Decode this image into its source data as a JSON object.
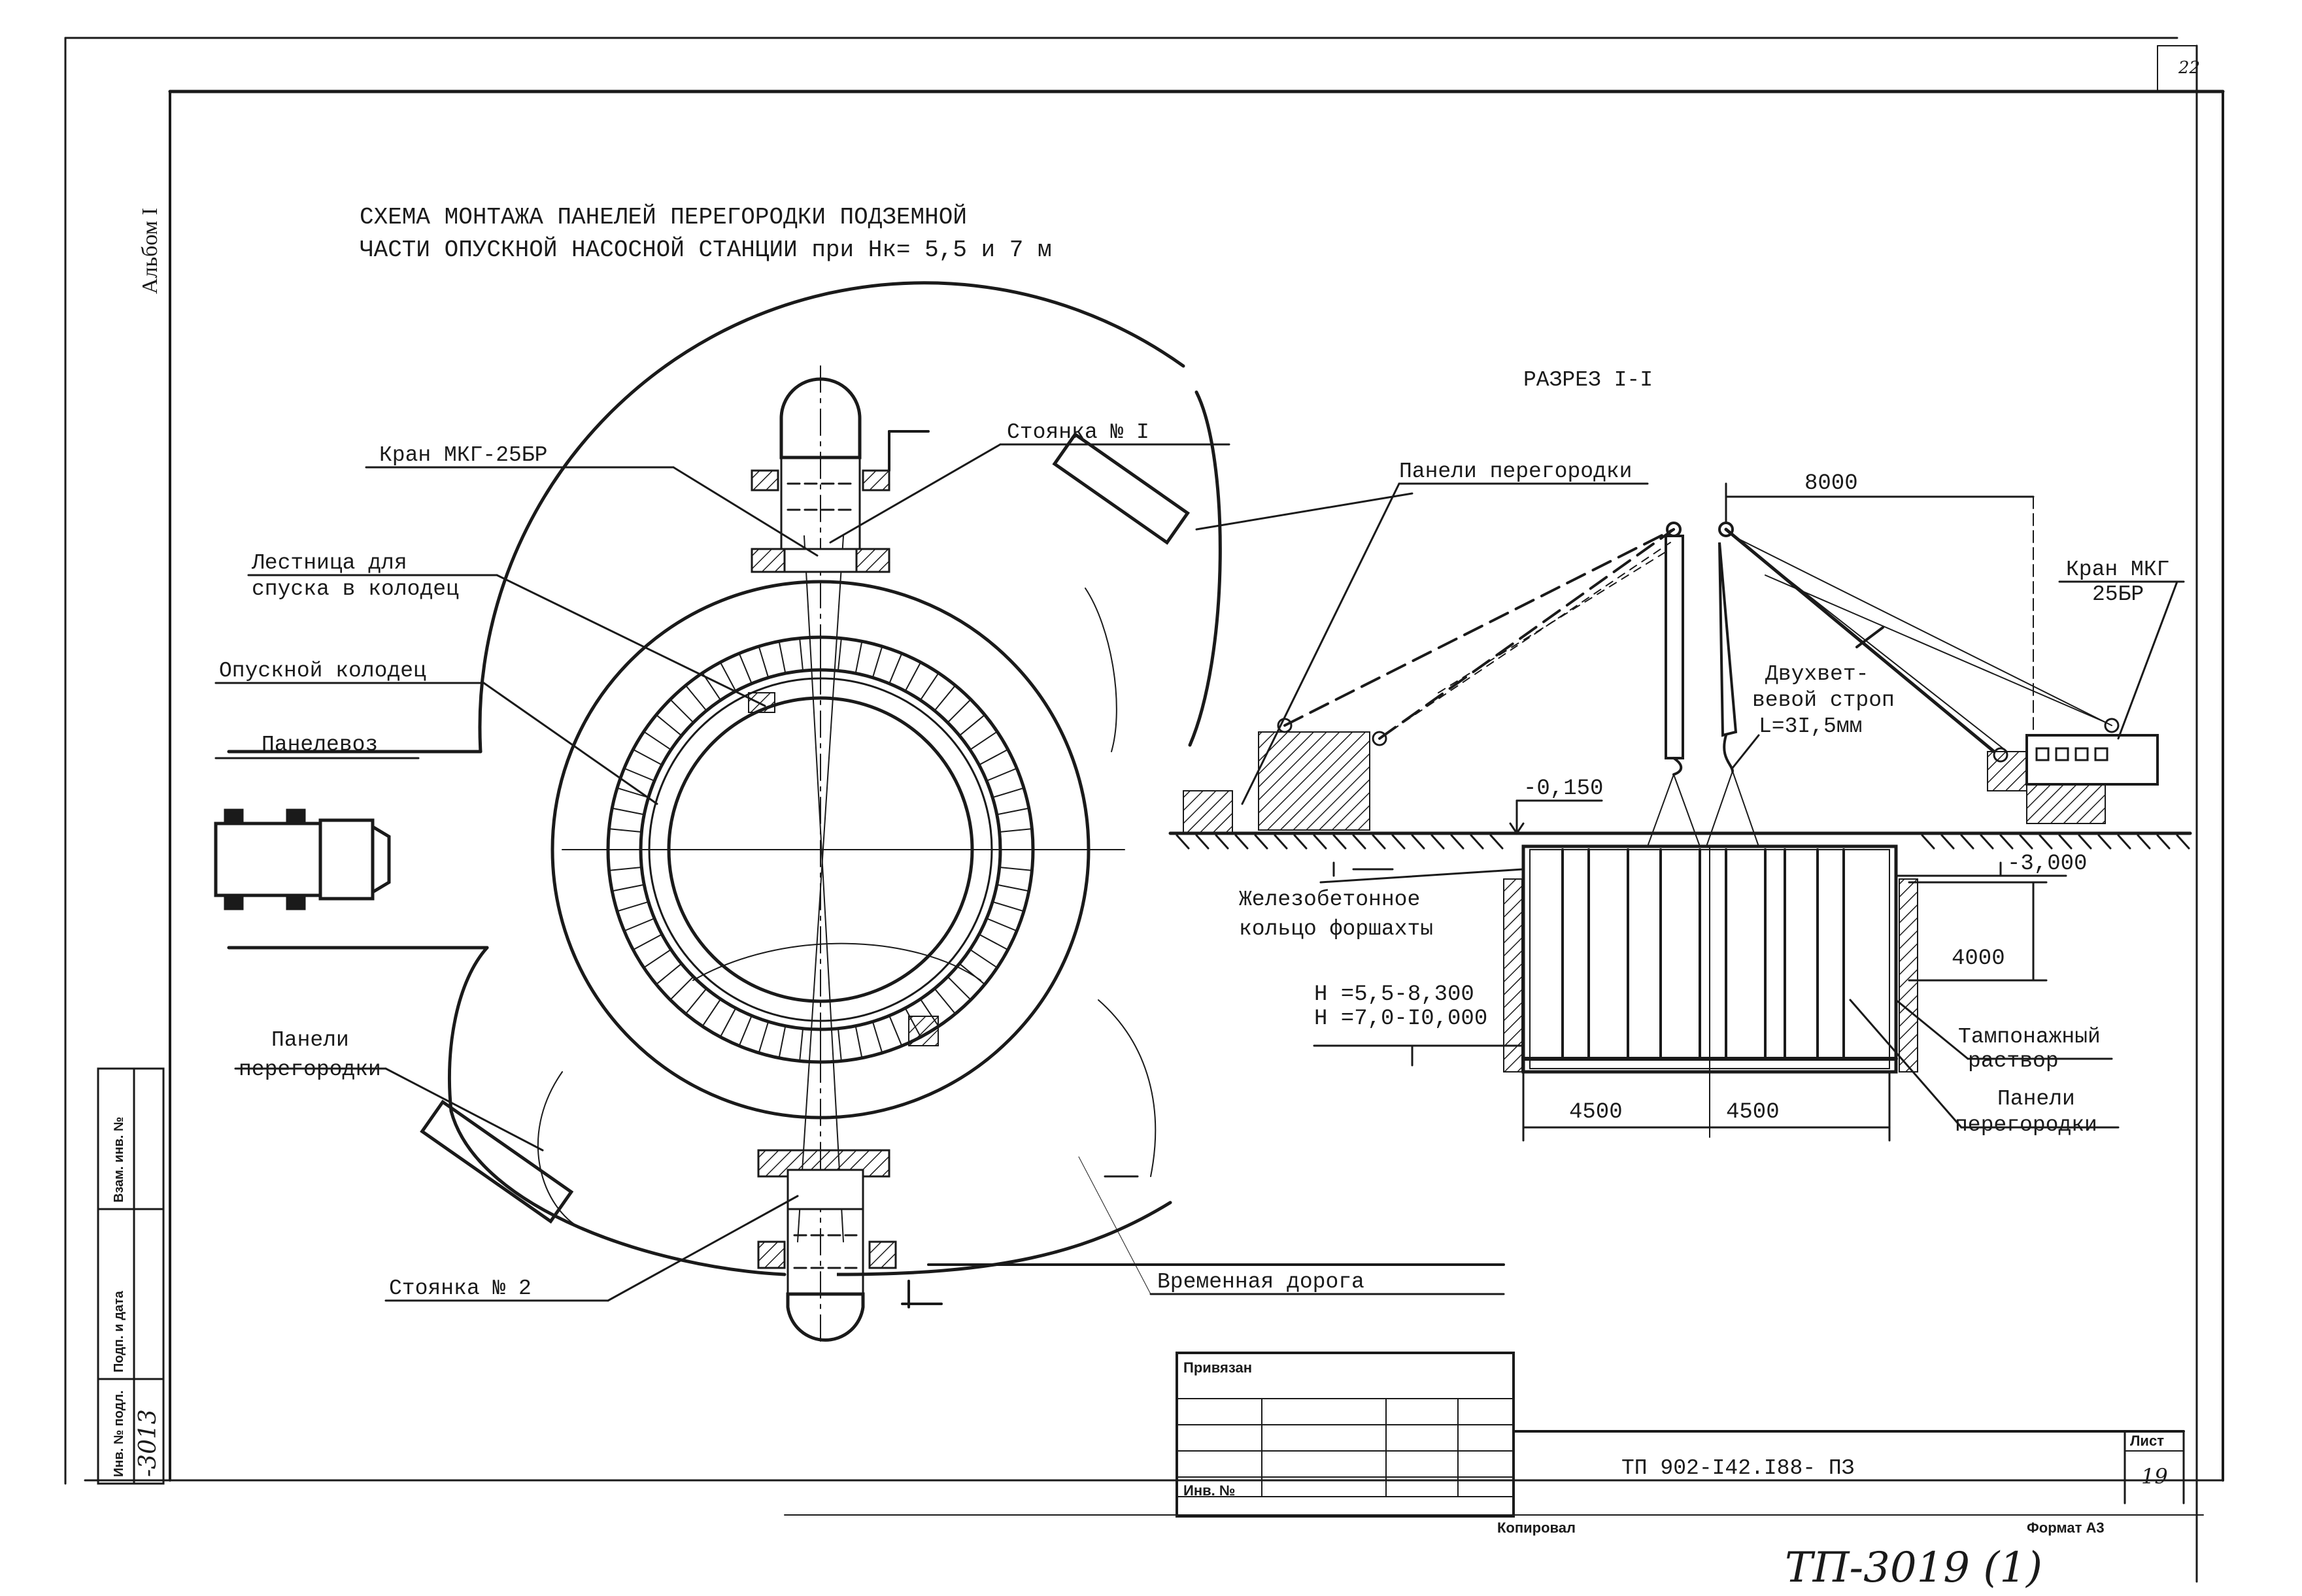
{
  "page_number": "22",
  "album": "Альбом I",
  "title": {
    "line1": "СХЕМА МОНТАЖА ПАНЕЛЕЙ ПЕРЕГОРОДКИ ПОДЗЕМНОЙ",
    "line2": "ЧАСТИ ОПУСКНОЙ НАСОСНОЙ СТАНЦИИ при Нк= 5,5 и 7 м"
  },
  "plan": {
    "crane": "Кран МКГ-25БР",
    "stop1": "Стоянка № I",
    "ladder_line1": "Лестница для",
    "ladder_line2": "спуска в колодец",
    "well": "Опускной колодец",
    "truck": "Панелевоз",
    "panels_line1": "Панели",
    "panels_line2": "перегородки",
    "stop2": "Стоянка № 2",
    "road": "Временная дорога"
  },
  "section": {
    "title": "РАЗРЕЗ I-I",
    "panels": "Панели перегородки",
    "span": "8000",
    "crane_line1": "Кран МКГ",
    "crane_line2": "25БР",
    "sling_line1": "Двухвет-",
    "sling_line2": "вевой строп",
    "sling_line3": "L=3I,5мм",
    "level_top": "-0,150",
    "level_side": "-3,000",
    "ring_line1": "Железобетонное",
    "ring_line2": "кольцо форшахты",
    "h_line1": "Н =5,5-8,300",
    "h_line2": "Н =7,0-I0,000",
    "depth": "4000",
    "grout_line1": "Тампонажный",
    "grout_line2": "раствор",
    "panels2_line1": "Панели",
    "panels2_line2": "перегородки",
    "width_left": "4500",
    "width_right": "4500"
  },
  "stamp": {
    "attached": "Привязан",
    "inv": "Инв. №",
    "code": "ТП 902-I42.I88- ПЗ",
    "sheet_label": "Лист",
    "sheet_number": "19",
    "copied": "Копировал",
    "format": "Формат А3"
  },
  "side_stamp": {
    "inv_no": "Инв. № подл.",
    "sign_date": "Подп. и дата",
    "replace_inv": "Взам. инв. №",
    "number": "-3013"
  },
  "bottom_handwriting": "ТП-3019 (1)"
}
